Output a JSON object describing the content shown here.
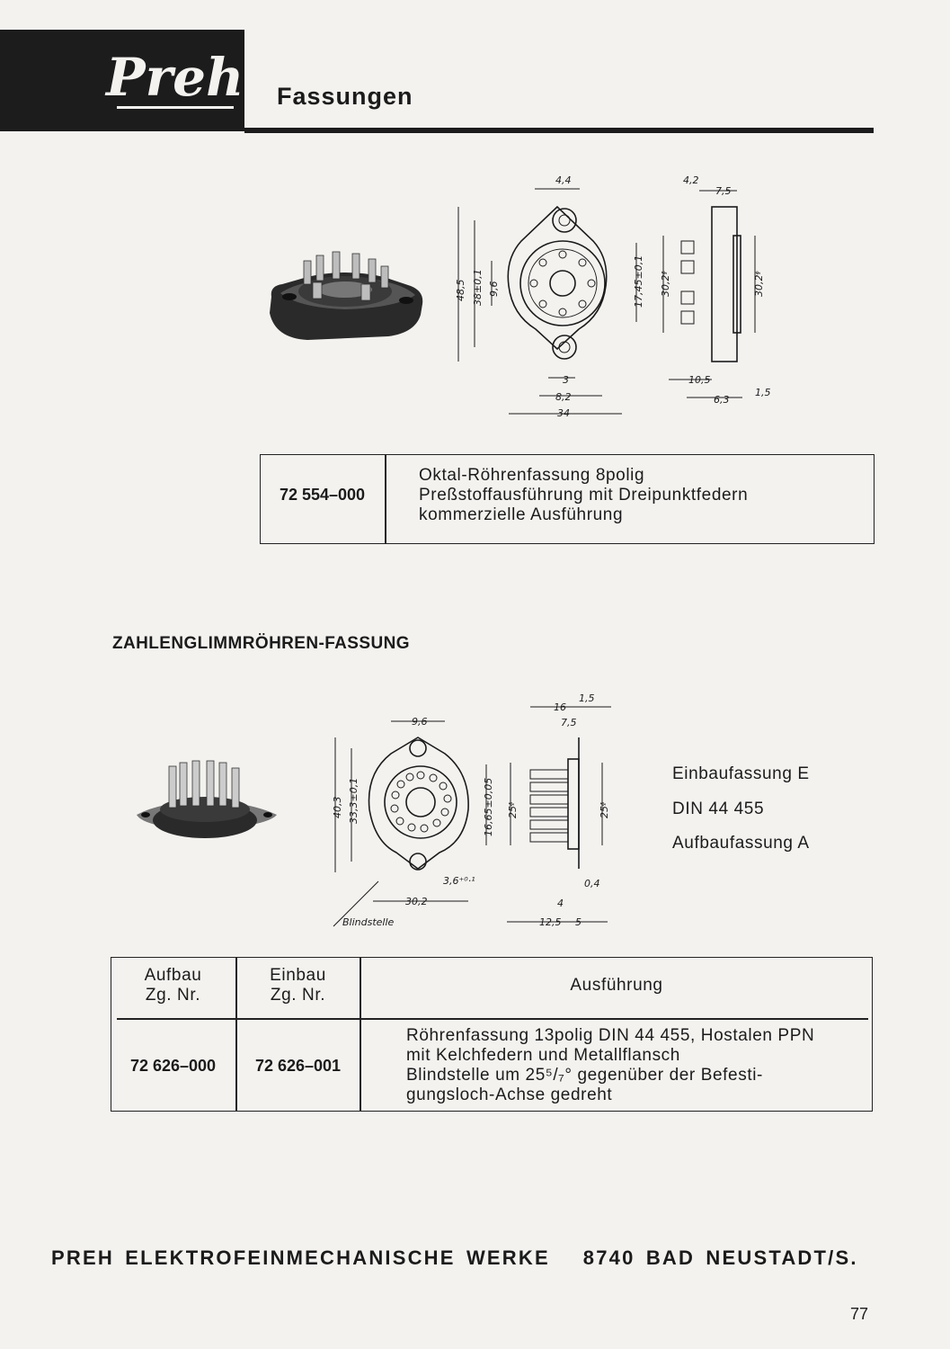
{
  "header": {
    "logo_text": "Preh",
    "title": "Fassungen"
  },
  "product1": {
    "drawing_dims": {
      "top_width": "4,4",
      "side_top_a": "4,2",
      "side_top_b": "7,5",
      "height_total": "48,5",
      "height_holes": "38±0,1",
      "height_inner": "9,6",
      "height_pins": "17,45±0,1",
      "dia_left": "30,2ᶲ",
      "dia_right": "30,2ᶲ",
      "b_3": "3",
      "b_82": "8,2",
      "b_34": "34",
      "s_105": "10,5",
      "s_63": "6,3",
      "s_15": "1,5"
    },
    "code": "72 554–000",
    "description": [
      "Oktal-Röhrenfassung 8polig",
      "Preßstoffausführung mit Dreipunktfedern",
      "kommerzielle Ausführung"
    ]
  },
  "section2": {
    "heading": "ZAHLENGLIMMRÖHREN-FASSUNG",
    "drawing_dims": {
      "top_96": "9,6",
      "h_403": "40,3",
      "h_333": "33,3±0,1",
      "h_1665": "16,65±0,05",
      "d_36": "3,6⁺⁰·¹",
      "w_302": "30,2",
      "blind": "Blindstelle",
      "s_16": "16",
      "s_15": "1,5",
      "s_75": "7,5",
      "dia_a": "25ᶲ",
      "dia_b": "25ᶲ",
      "s_04": "0,4",
      "s_4": "4",
      "s_125": "12,5",
      "s_5": "5"
    },
    "side_labels": [
      "Einbaufassung E",
      "DIN 44 455",
      "Aufbaufassung A"
    ],
    "table": {
      "col1": [
        "Aufbau",
        "Zg. Nr."
      ],
      "col2": [
        "Einbau",
        "Zg. Nr."
      ],
      "col3": "Ausführung",
      "row": {
        "aufbau": "72 626–000",
        "einbau": "72 626–001",
        "ausfuehrung": [
          "Röhrenfassung 13polig DIN 44 455, Hostalen PPN",
          "mit Kelchfedern und Metallflansch",
          "Blindstelle um 25⁵/₇° gegenüber der Befesti-",
          "gungsloch-Achse gedreht"
        ]
      }
    }
  },
  "footer": "PREH ELEKTROFEINMECHANISCHE WERKE   8740 BAD NEUSTADT/S.",
  "page_number": "77"
}
